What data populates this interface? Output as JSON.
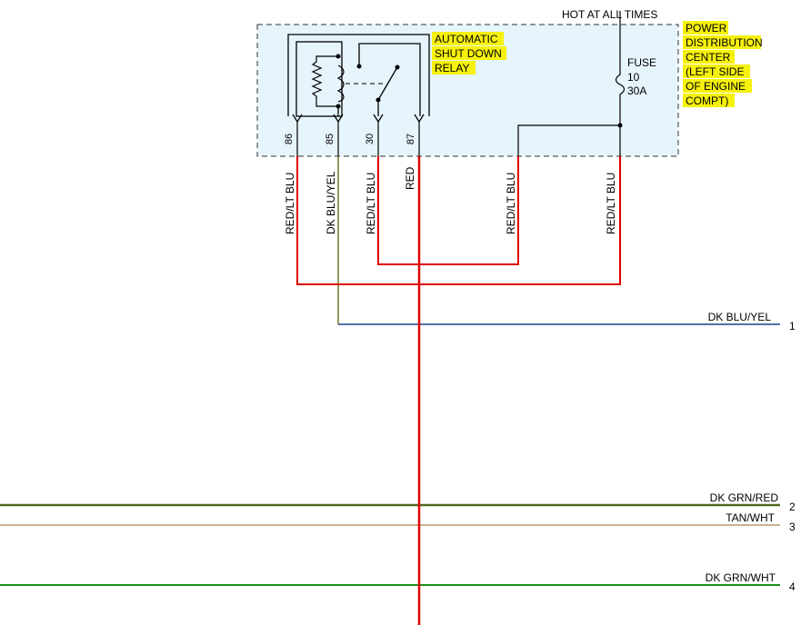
{
  "pdc": {
    "hot_label": "HOT AT ALL TIMES",
    "title_lines": [
      "POWER",
      "DISTRIBUTION",
      "CENTER",
      "(LEFT SIDE",
      "OF ENGINE",
      "COMPT)"
    ],
    "fuse_lines": [
      "FUSE",
      "10",
      "30A"
    ],
    "box_fill": "#e6f4fb",
    "highlight": "#f6f10c"
  },
  "relay": {
    "title_lines": [
      "AUTOMATIC",
      "SHUT DOWN",
      "RELAY"
    ],
    "pins": [
      "86",
      "85",
      "30",
      "87"
    ]
  },
  "wires": {
    "pin86": "RED/LT BLU",
    "pin85": "DK BLU/YEL",
    "pin30": "RED/LT BLU",
    "pin87": "RED",
    "fuse_a": "RED/LT BLU",
    "fuse_b": "RED/LT BLU"
  },
  "outputs": [
    {
      "num": "1",
      "label": "DK BLU/YEL",
      "color": "#1f3f8f"
    },
    {
      "num": "2",
      "label": "DK GRN/RED",
      "color": "#4d6a1e"
    },
    {
      "num": "3",
      "label": "TAN/WHT",
      "color": "#c8b48c"
    },
    {
      "num": "4",
      "label": "DK GRN/WHT",
      "color": "#1b8f1b"
    }
  ],
  "colors": {
    "red": "#e00000",
    "dk_blu_yel": "#1f3f8f"
  }
}
